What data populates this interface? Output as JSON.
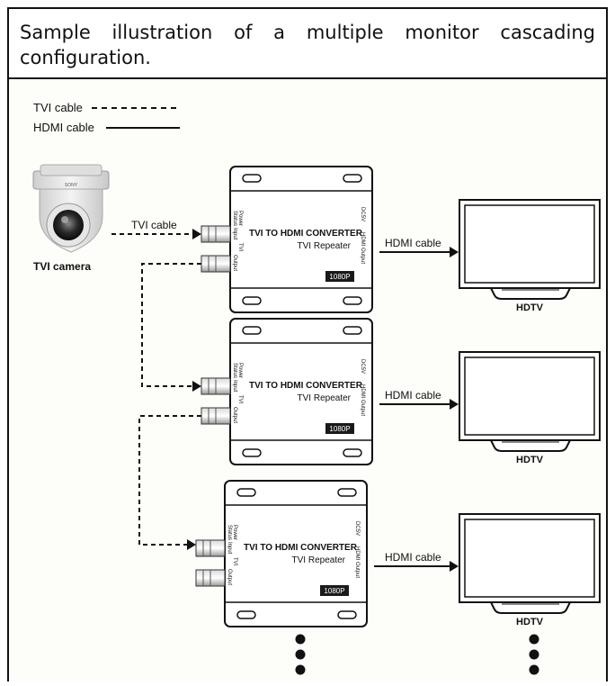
{
  "title": "Sample illustration of a multiple monitor cascading configuration.",
  "legend": {
    "tvi_label": "TVI cable",
    "hdmi_label": "HDMI cable"
  },
  "camera": {
    "label": "TVI camera",
    "brand": "SONY"
  },
  "cables": {
    "camera_link_label": "TVI cable",
    "hdmi_label": "HDMI cable"
  },
  "converter": {
    "title": "TVI TO HDMI CONVERTER",
    "subtitle": "TVI Repeater",
    "resolution_badge": "1080P",
    "port_status": "Status",
    "port_power": "Power",
    "port_input": "Input",
    "port_output": "Output",
    "port_tvi": "TVI",
    "port_hdmi_output": "HDMI Output",
    "port_dc": "DC5V"
  },
  "display": {
    "label": "HDTV"
  },
  "units": [
    {
      "converter_title": "TVI TO HDMI CONVERTER",
      "converter_subtitle": "TVI Repeater",
      "badge": "1080P",
      "hdmi_label": "HDMI cable",
      "tv_label": "HDTV"
    },
    {
      "converter_title": "TVI TO HDMI CONVERTER",
      "converter_subtitle": "TVI Repeater",
      "badge": "1080P",
      "hdmi_label": "HDMI cable",
      "tv_label": "HDTV"
    },
    {
      "converter_title": "TVI TO HDMI CONVERTER",
      "converter_subtitle": "TVI Repeater",
      "badge": "1080P",
      "hdmi_label": "HDMI cable",
      "tv_label": "HDTV"
    }
  ],
  "colors": {
    "ink": "#111111",
    "badge_bg": "#1a1a1a",
    "camera_body": "#e6e6e6"
  }
}
